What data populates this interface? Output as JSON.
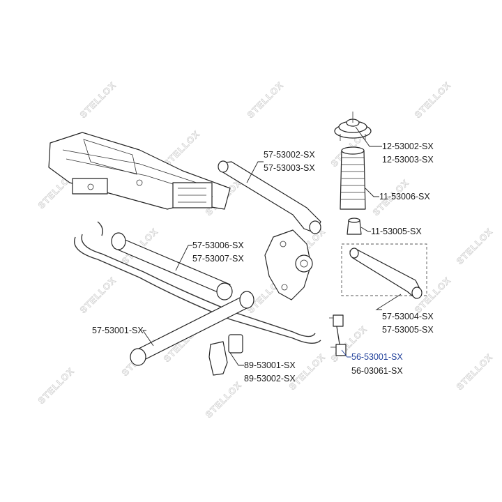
{
  "watermark": {
    "text": "STELLOX"
  },
  "labels": [
    {
      "id": "p-12-53002",
      "text": "12-53002-SX"
    },
    {
      "id": "p-12-53003",
      "text": "12-53003-SX"
    },
    {
      "id": "p-57-53002",
      "text": "57-53002-SX"
    },
    {
      "id": "p-57-53003",
      "text": "57-53003-SX"
    },
    {
      "id": "p-11-53006",
      "text": "11-53006-SX"
    },
    {
      "id": "p-11-53005",
      "text": "11-53005-SX"
    },
    {
      "id": "p-57-53006",
      "text": "57-53006-SX"
    },
    {
      "id": "p-57-53007",
      "text": "57-53007-SX"
    },
    {
      "id": "p-57-53004",
      "text": "57-53004-SX"
    },
    {
      "id": "p-57-53005",
      "text": "57-53005-SX"
    },
    {
      "id": "p-57-53001",
      "text": "57-53001-SX"
    },
    {
      "id": "p-56-53001",
      "text": "56-53001-SX",
      "highlight": true
    },
    {
      "id": "p-56-03061",
      "text": "56-03061-SX"
    },
    {
      "id": "p-89-53001",
      "text": "89-53001-SX"
    },
    {
      "id": "p-89-53002",
      "text": "89-53002-SX"
    }
  ],
  "colors": {
    "highlight": "#1f3f9a",
    "line": "#222222",
    "watermark": "#d0d0d0"
  }
}
